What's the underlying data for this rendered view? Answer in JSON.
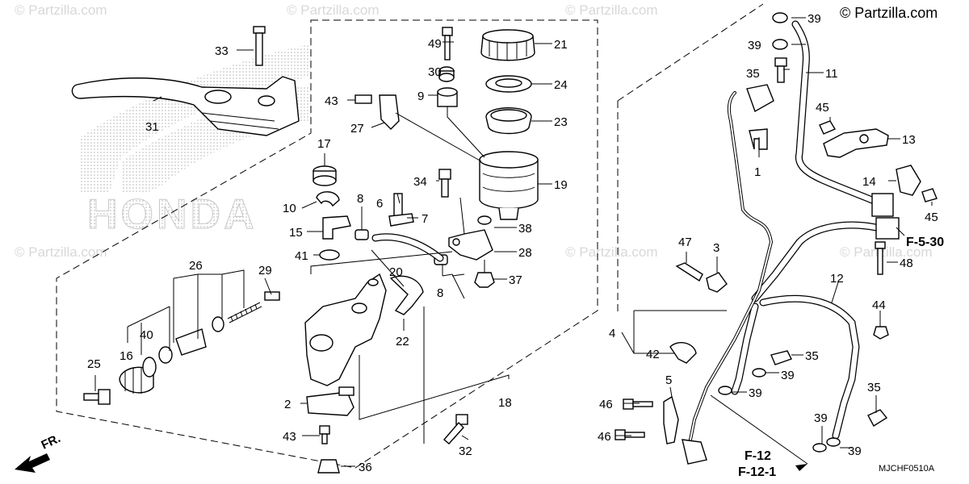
{
  "copyright": "© Partzilla.com",
  "watermark": "© Partzilla.com",
  "diagram_code": "MJCHF0510A",
  "front_marker": "FR.",
  "logo_text": "HONDA",
  "callouts": {
    "c1": "1",
    "c2": "2",
    "c3": "3",
    "c4": "4",
    "c5": "5",
    "c6": "6",
    "c7": "7",
    "c8a": "8",
    "c8b": "8",
    "c9": "9",
    "c10": "10",
    "c11": "11",
    "c12": "12",
    "c13": "13",
    "c14": "14",
    "c15": "15",
    "c16": "16",
    "c17": "17",
    "c18": "18",
    "c19": "19",
    "c20": "20",
    "c21": "21",
    "c22": "22",
    "c23": "23",
    "c24": "24",
    "c25": "25",
    "c26": "26",
    "c27": "27",
    "c28": "28",
    "c29": "29",
    "c30": "30",
    "c31": "31",
    "c32": "32",
    "c33": "33",
    "c34": "34",
    "c35a": "35",
    "c35b": "35",
    "c35c": "35",
    "c36": "36",
    "c37": "37",
    "c38": "38",
    "c39a": "39",
    "c39b": "39",
    "c39c": "39",
    "c39d": "39",
    "c39e": "39",
    "c39f": "39",
    "c40": "40",
    "c41": "41",
    "c42": "42",
    "c43a": "43",
    "c43b": "43",
    "c44": "44",
    "c45a": "45",
    "c45b": "45",
    "c46a": "46",
    "c46b": "46",
    "c47": "47",
    "c48": "48",
    "c49": "49"
  },
  "references": {
    "f530": "F-5-30",
    "f12": "F-12",
    "f121": "F-12-1"
  }
}
